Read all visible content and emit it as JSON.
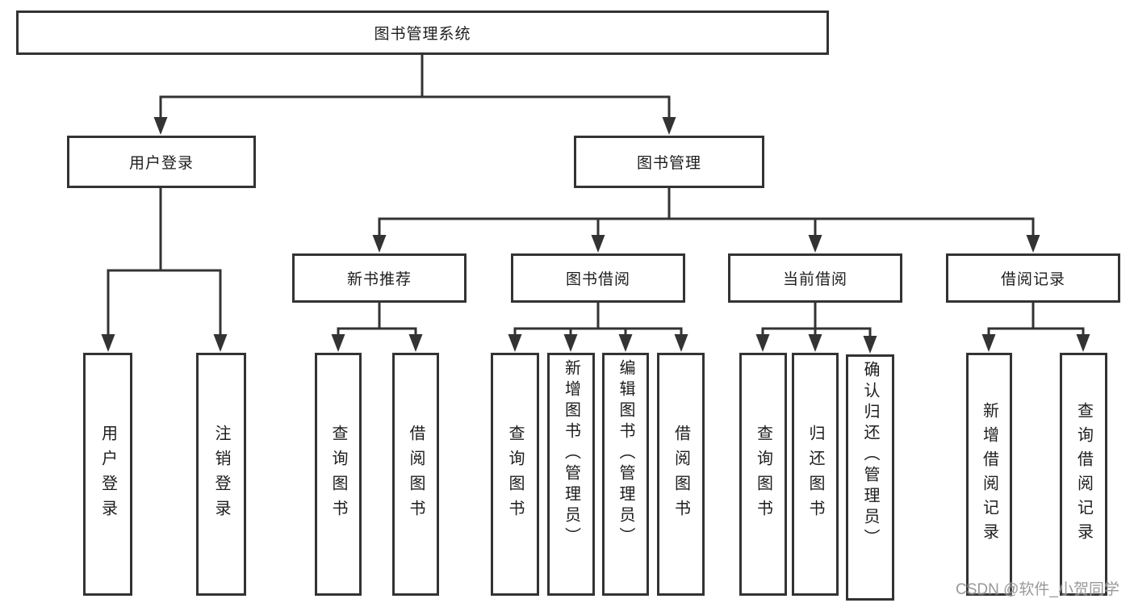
{
  "diagram": {
    "type": "hierarchy-tree",
    "colors": {
      "line": "#333333",
      "box_border": "#333333",
      "text": "#1d1d1d",
      "watermark": "#878787",
      "background": "#ffffff"
    },
    "tree": {
      "label": "图书管理系统",
      "children": [
        {
          "label": "用户登录",
          "children": [
            {
              "label": "用户登录"
            },
            {
              "label": "注销登录"
            }
          ]
        },
        {
          "label": "图书管理",
          "children": [
            {
              "label": "新书推荐",
              "children": [
                {
                  "label": "查询图书"
                },
                {
                  "label": "借阅图书"
                }
              ]
            },
            {
              "label": "图书借阅",
              "children": [
                {
                  "label": "查询图书"
                },
                {
                  "label": "新增图书（管理员）"
                },
                {
                  "label": "编辑图书（管理员）"
                },
                {
                  "label": "借阅图书"
                }
              ]
            },
            {
              "label": "当前借阅",
              "children": [
                {
                  "label": "查询图书"
                },
                {
                  "label": "归还图书"
                },
                {
                  "label": "确认归还（管理员）"
                }
              ]
            },
            {
              "label": "借阅记录",
              "children": [
                {
                  "label": "新增借阅记录"
                },
                {
                  "label": "查询借阅记录"
                }
              ]
            }
          ]
        }
      ]
    },
    "watermark": {
      "text": "CSDN @软件_小贺同学"
    }
  }
}
